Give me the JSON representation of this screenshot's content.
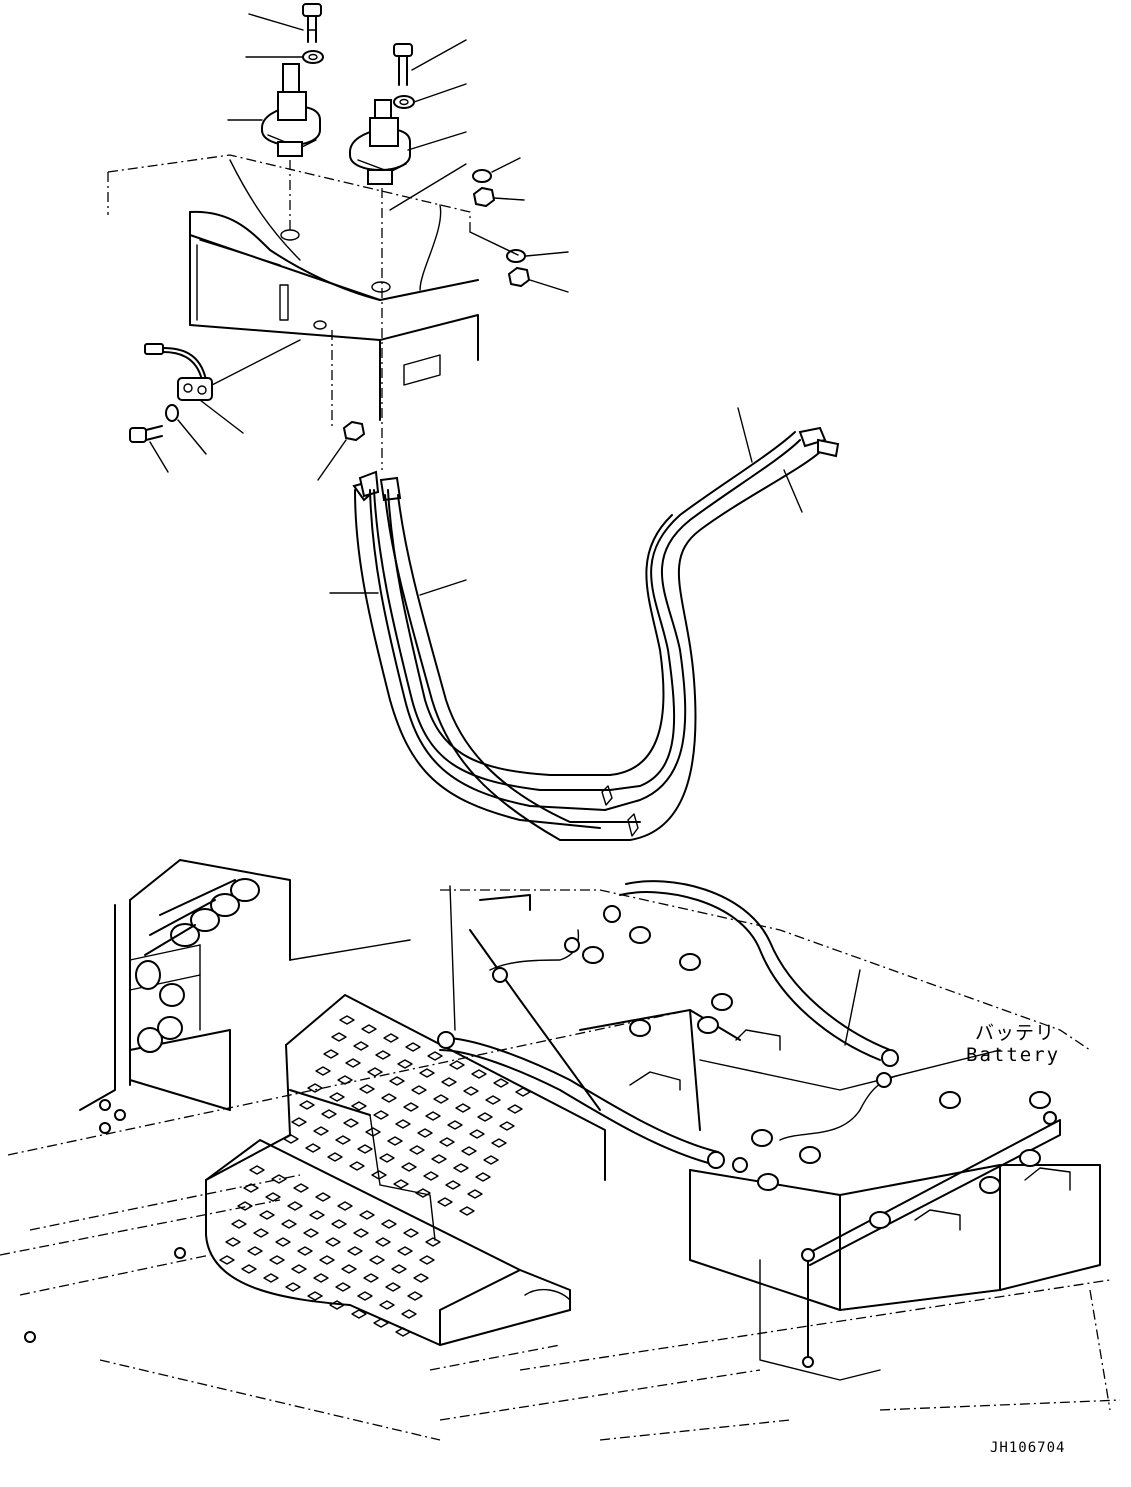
{
  "labels": {
    "battery_jp": "バッテリ",
    "battery_en": "Battery",
    "drawing_number": "JH106704"
  }
}
